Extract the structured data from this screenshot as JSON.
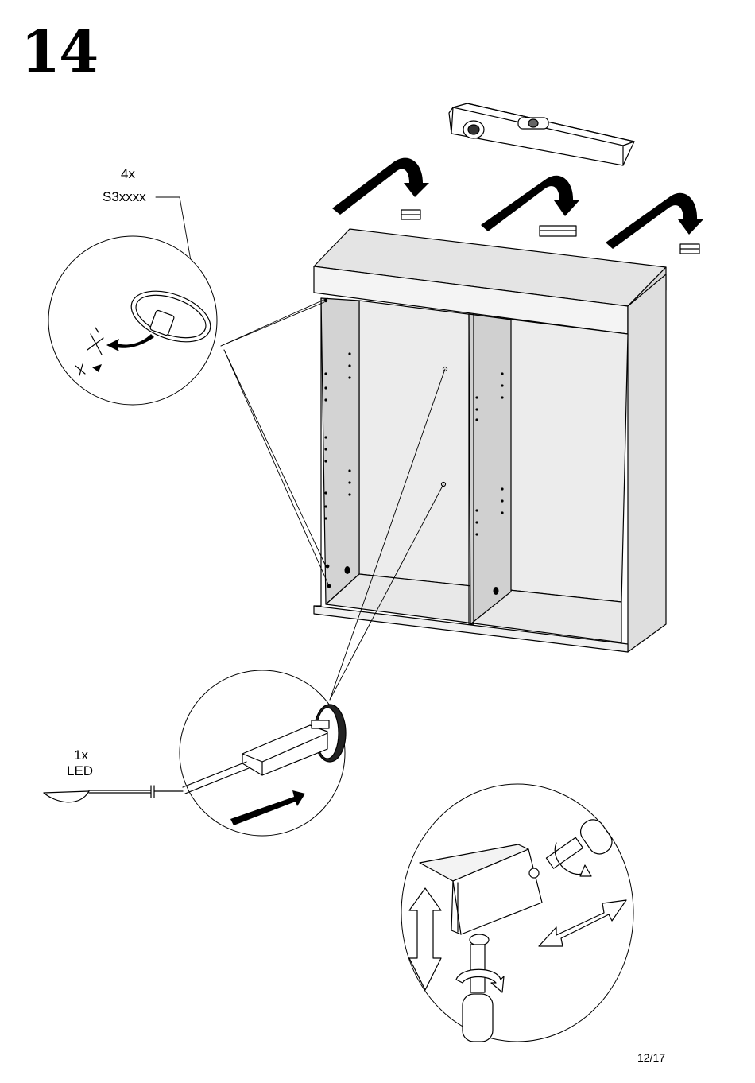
{
  "step": {
    "number": "14"
  },
  "parts": {
    "screws": {
      "quantity": "4x",
      "code": "S3xxxx"
    },
    "led": {
      "quantity": "1x",
      "name": "LED"
    }
  },
  "footer": {
    "page": "12/17"
  },
  "colors": {
    "line": "#000000",
    "panel": "#ececec",
    "panel_dark": "#d6d6d6",
    "arrow": "#000000"
  }
}
